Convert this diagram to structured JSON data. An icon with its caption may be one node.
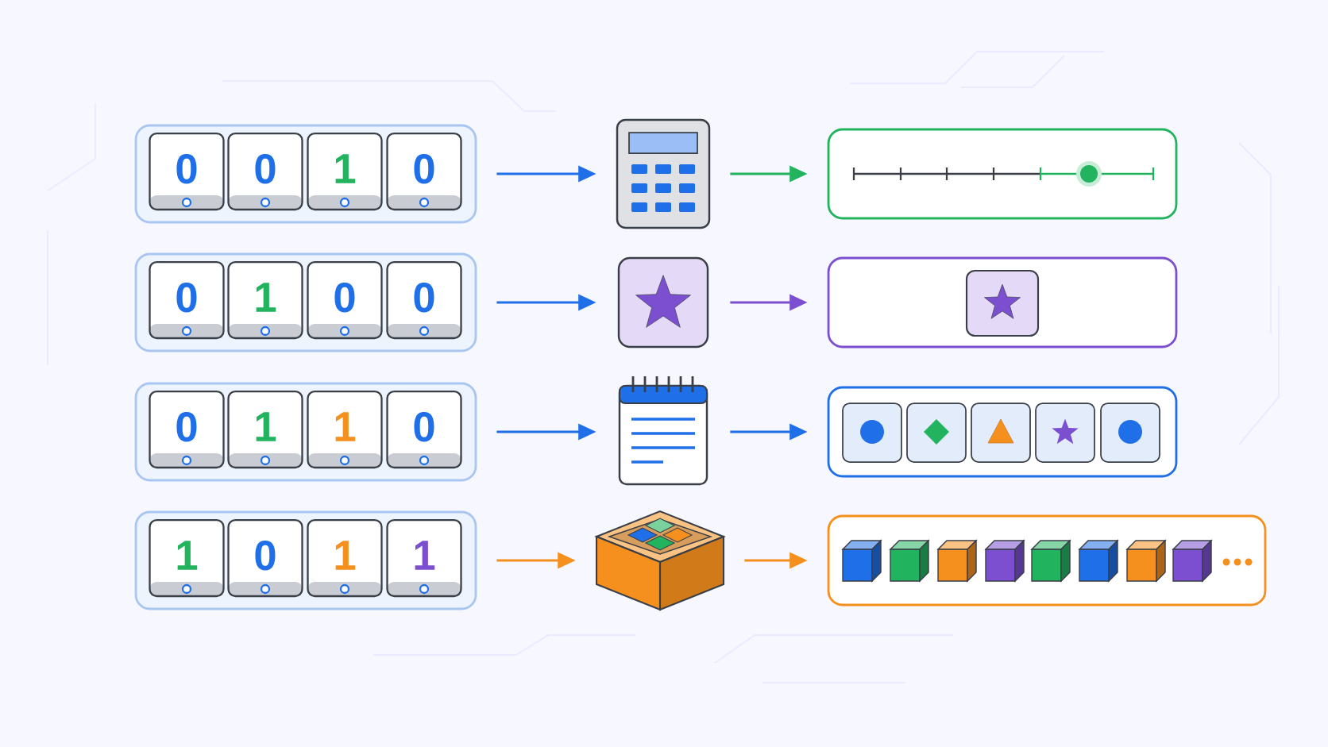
{
  "diagram": {
    "nodes": [
      {
        "text": [],
        "shape": "box"
      },
      {
        "text": [
          "0"
        ],
        "in": 0
      },
      {
        "text": [
          "0"
        ],
        "in": 0
      },
      {
        "text": [
          "1"
        ],
        "in": 0
      },
      {
        "text": [
          "0"
        ],
        "in": 0
      },
      {
        "text": [],
        "shape": "picture"
      },
      {
        "text": [],
        "shape": "box"
      },
      {
        "text": [],
        "shape": "box"
      },
      {
        "text": [
          "0"
        ],
        "in": 7
      },
      {
        "text": [
          "1"
        ],
        "in": 7
      },
      {
        "text": [
          "0"
        ],
        "in": 7
      },
      {
        "text": [
          "0"
        ],
        "in": 7
      },
      {
        "text": [],
        "shape": "picture"
      },
      {
        "text": [],
        "shape": "box"
      },
      {
        "text": [],
        "shape": "box"
      },
      {
        "text": [
          "0"
        ],
        "in": 14
      },
      {
        "text": [
          "1"
        ],
        "in": 14
      },
      {
        "text": [
          "1"
        ],
        "in": 14
      },
      {
        "text": [
          "0"
        ],
        "in": 14
      },
      {
        "text": [],
        "shape": "picture"
      },
      {
        "text": [],
        "shape": "box"
      },
      {
        "text": [],
        "shape": "box"
      },
      {
        "text": [
          "1"
        ],
        "in": 21
      },
      {
        "text": [
          "0"
        ],
        "in": 21
      },
      {
        "text": [
          "1"
        ],
        "in": 21
      },
      {
        "text": [
          "1"
        ],
        "in": 21
      },
      {
        "text": [],
        "shape": "picture"
      },
      {
        "text": [],
        "shape": "box"
      }
    ],
    "edges": [
      {
        "from": 0,
        "to": 5,
        "arrow": "to"
      },
      {
        "from": 5,
        "to": 6,
        "arrow": "to",
        "color": "#22b35e"
      },
      {
        "from": 7,
        "to": 12,
        "arrow": "to"
      },
      {
        "from": 12,
        "to": 13,
        "arrow": "to",
        "color": "#7b4fd0"
      },
      {
        "from": 14,
        "to": 19,
        "arrow": "to"
      },
      {
        "from": 19,
        "to": 20,
        "arrow": "to"
      },
      {
        "from": 21,
        "to": 26,
        "arrow": "to",
        "color": "#f5901e"
      },
      {
        "from": 26,
        "to": 27,
        "arrow": "to",
        "color": "#f5901e"
      }
    ]
  }
}
